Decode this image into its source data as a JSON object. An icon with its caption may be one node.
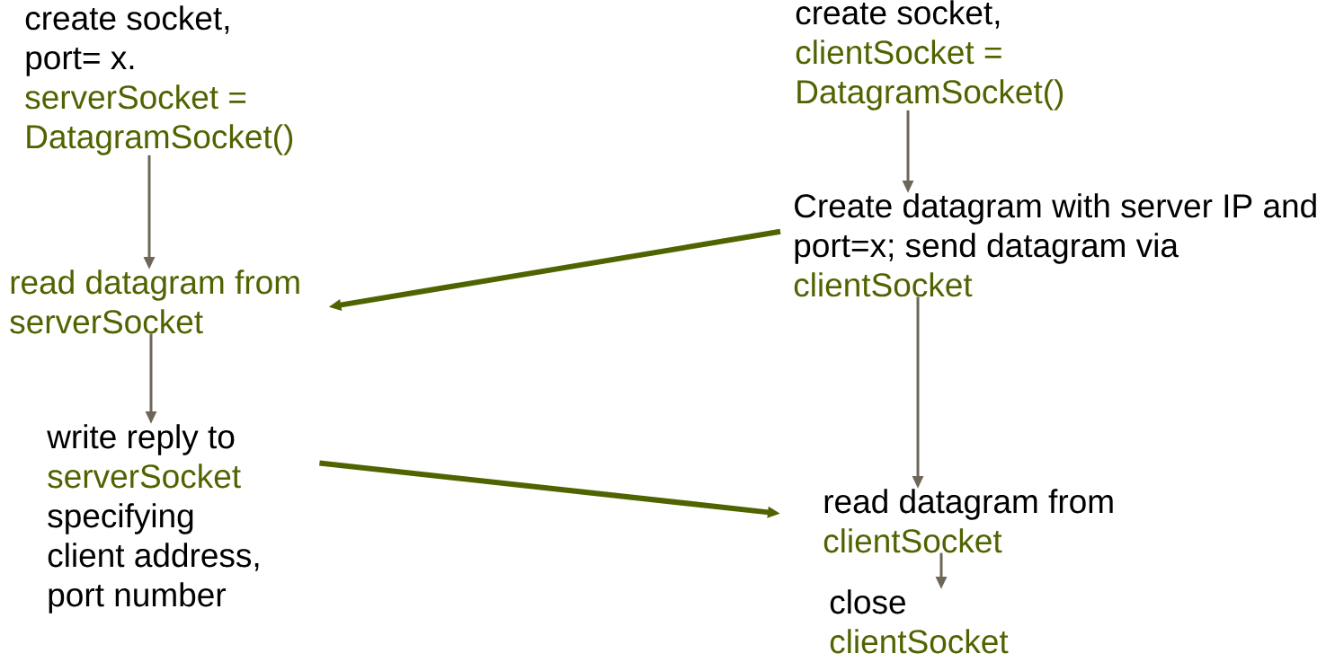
{
  "diagram": {
    "nodes": [
      {
        "text": [
          "create socket, port= x.",
          "serverSocket = DatagramSocket()"
        ]
      },
      {
        "text": [
          "read datagram from serverSocket"
        ]
      },
      {
        "text": [
          "write reply to",
          "serverSocket",
          "specifying client address, port number"
        ]
      },
      {
        "text": [
          "create socket,",
          "clientSocket = DatagramSocket()"
        ]
      },
      {
        "text": [
          "Create datagram with server IP and port=x; send datagram via",
          "clientSocket"
        ]
      },
      {
        "text": [
          "read datagram from",
          "clientSocket"
        ]
      },
      {
        "text": [
          "close",
          "clientSocket"
        ]
      }
    ],
    "edges": [
      {
        "from": 0,
        "to": 1,
        "arrow": "to"
      },
      {
        "from": 1,
        "to": 2,
        "arrow": "to"
      },
      {
        "from": 3,
        "to": 4,
        "arrow": "to"
      },
      {
        "from": 4,
        "to": 5,
        "arrow": "to"
      },
      {
        "from": 5,
        "to": 6,
        "arrow": "to"
      },
      {
        "from": 4,
        "to": 1,
        "arrow": "to",
        "style": "thick",
        "color": "#4f6400"
      },
      {
        "from": 2,
        "to": 5,
        "arrow": "to",
        "style": "thick",
        "color": "#4f6400"
      }
    ]
  }
}
